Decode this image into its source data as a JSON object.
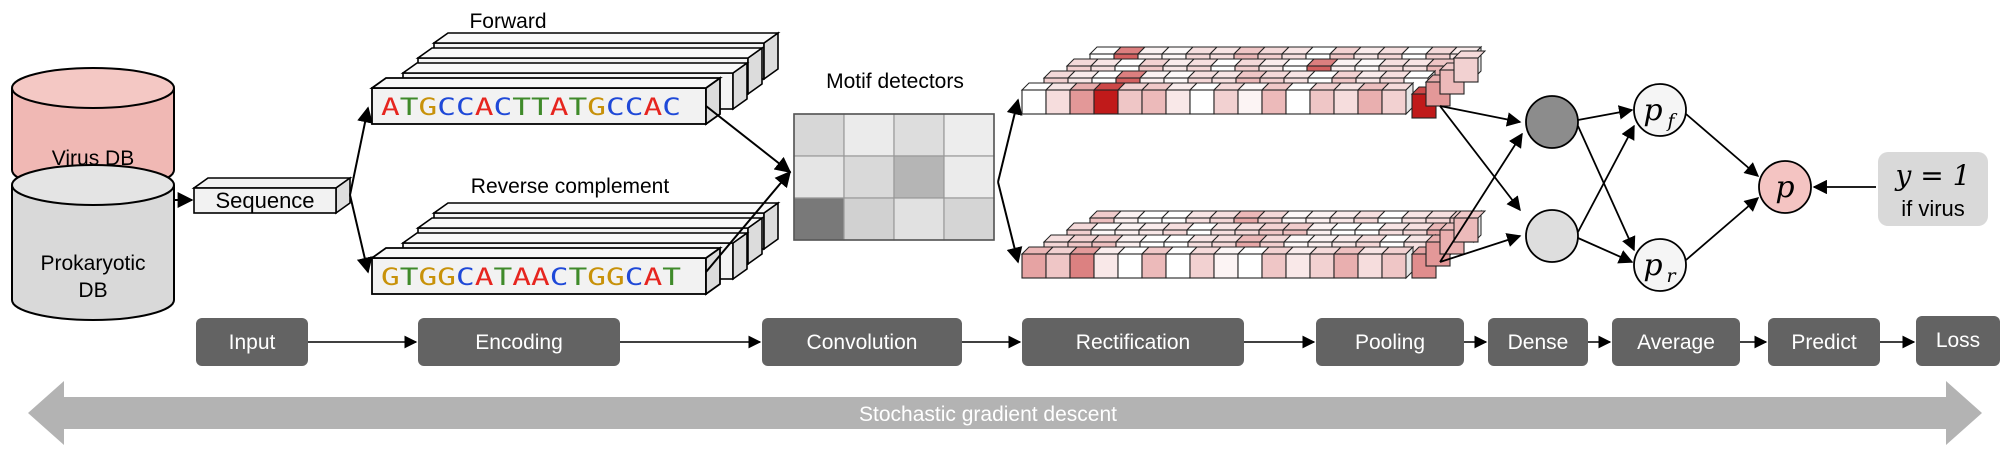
{
  "databases": {
    "virus": "Virus DB",
    "prokaryotic_line1": "Prokaryotic",
    "prokaryotic_line2": "DB"
  },
  "sequence_label": "Sequence",
  "strands": {
    "forward_label": "Forward",
    "forward_sequence": "ATGCCACTTATGCCAC",
    "reverse_label": "Reverse complement",
    "reverse_sequence": "GTGGCATAACTGGCAT"
  },
  "motif_detectors_label": "Motif detectors",
  "outputs": {
    "p_forward": "p",
    "p_forward_sub": "f",
    "p_reverse": "p",
    "p_reverse_sub": "r",
    "p_final": "p",
    "target_eq": "y = 1",
    "target_note": "if virus"
  },
  "pipeline_stages": [
    "Input",
    "Encoding",
    "Convolution",
    "Rectification",
    "Pooling",
    "Dense",
    "Average",
    "Predict",
    "Loss"
  ],
  "training_label": "Stochastic gradient descent",
  "colors": {
    "A": "#e6251f",
    "C": "#1f49d8",
    "G": "#c8920a",
    "T": "#3f8a2a",
    "stage_box": "#636363",
    "virus_db": "#f0b8b4",
    "prokaryotic_db": "#d9d9d9",
    "activation_strong": "#c01a1a",
    "arrow_band": "#b3b3b3"
  },
  "motif_matrix_intensity": [
    [
      0.15,
      0.05,
      0.12,
      0.04
    ],
    [
      0.08,
      0.14,
      0.32,
      0.05
    ],
    [
      0.62,
      0.18,
      0.1,
      0.16
    ]
  ],
  "activation_forward": [
    0.0,
    0.15,
    0.45,
    1.0,
    0.25,
    0.3,
    0.1,
    0.0,
    0.2,
    0.05,
    0.3,
    0.0,
    0.25,
    0.15,
    0.35,
    0.2
  ],
  "activation_reverse": [
    0.4,
    0.25,
    0.55,
    0.1,
    0.0,
    0.3,
    0.0,
    0.2,
    0.05,
    0.0,
    0.25,
    0.1,
    0.2,
    0.35,
    0.15,
    0.25
  ],
  "hidden_units": [
    "dark-gray",
    "light-gray"
  ]
}
